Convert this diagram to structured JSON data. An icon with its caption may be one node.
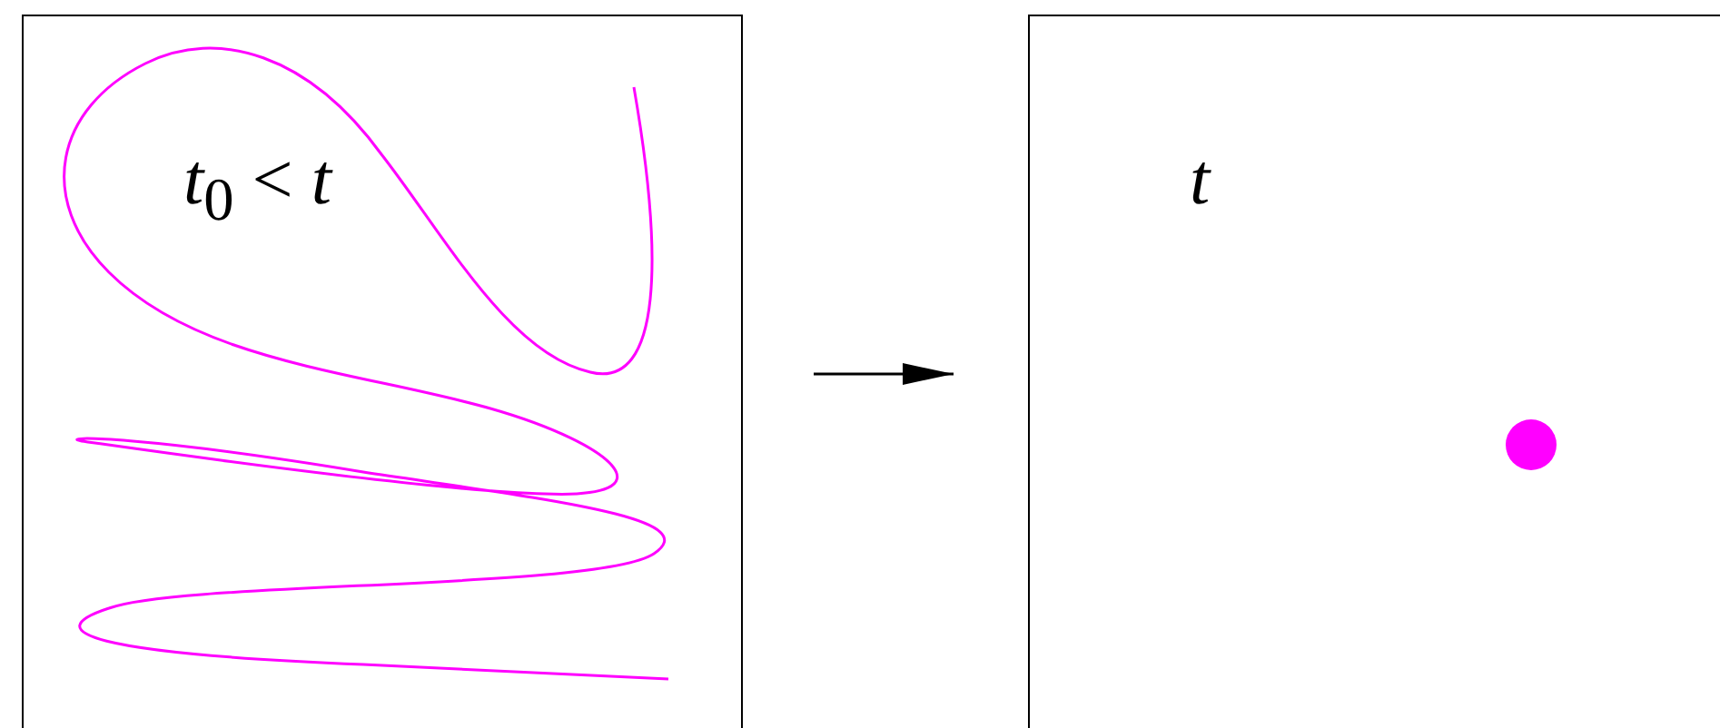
{
  "diagram": {
    "nodes": [
      {
        "text": [
          "*t*$_{0}$ < *t*"
        ]
      },
      {
        "text": [
          "t"
        ]
      }
    ],
    "edges": [
      {
        "from": 0,
        "to": 1,
        "arrow": "to"
      }
    ]
  }
}
